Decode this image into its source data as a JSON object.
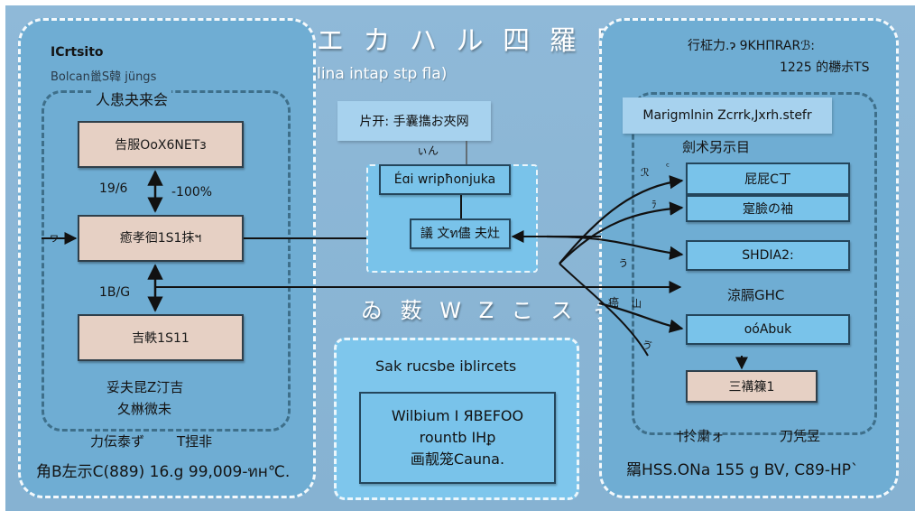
{
  "diagram": {
    "title": "産用ーサ エ  カ ハ ル 四 羅 匚",
    "title_right_glyph": "ブン",
    "subtitle": "Z9.25 (gdlina  intap stp fla)",
    "colors": {
      "background": "#8fb9d8",
      "panel": "#6fadd3",
      "tan_box": "#e6d0c4",
      "blue_box": "#79c3ea",
      "pale_box": "#a7d2ee",
      "line": "#111111"
    },
    "left_panel": {
      "heading": "ICrtsito",
      "subheading": "Bolcan巤S韓 jüngs",
      "inner_title": "人患夬来会",
      "boxes": [
        {
          "label": "告服OoX6NETз"
        },
        {
          "label": "癒孝徊1S1抹ฯ"
        },
        {
          "label": "吉軼1Ѕ11"
        }
      ],
      "link_labels": [
        "19/6",
        "-100%",
        "1В/G"
      ],
      "input_arrow_label": "ヮ",
      "inner_footer_line1": "妥夫昆Z汀吉",
      "inner_footer_line2": "夂㴇微未",
      "footer_line1_a": "力伝泰ず",
      "footer_line1_b": "T捏非",
      "footer_line2": "角B左示C(889) 16.g 99,009-ทн℃."
    },
    "middle": {
      "top_box": "片开: 手囊㩦お夾网",
      "top_link_label": "ぃん",
      "cluster_top": "Éɑi wripħonjuka",
      "cluster_bottom": "議 文ท儘 夫灶",
      "middle_caption": "ゐ 薮 W Z こ ス ぅ 䏝",
      "bottom_panel_title": "Sak rucsbe iblircets",
      "bottom_box_line1": "Wilbium I ЯBEFOO",
      "bottom_box_line2": "rountb IHꝑ",
      "bottom_box_line3": "画靓笼Cauna."
    },
    "right_panel": {
      "heading": "行柾力.ɂ 9KHΠRARℬ:",
      "subheading": "1225 的橳尗TS",
      "header_box": "Marigmlnin Zcrrk,Jxrh.stefr",
      "inner_title": "劍术另示目",
      "boxes": [
        {
          "label": "屁屁C丁"
        },
        {
          "label": "寔臉の袖"
        },
        {
          "label": "SHDIA2:"
        },
        {
          "label": "oóAbuk"
        },
        {
          "label": "三褠䉓1"
        }
      ],
      "free_label": "涼膈GHC",
      "arrow_labels": [
        "ℛ",
        "ᶜ",
        "ﾗ",
        "ぅ",
        "癌",
        "山",
        "ゔ"
      ],
      "footer_line1_a": "†扵粛ォ",
      "footer_line1_b": "刀凭昱",
      "footer_line2": "羂HSS.ONa 155 g BV, C89-HP`"
    }
  }
}
